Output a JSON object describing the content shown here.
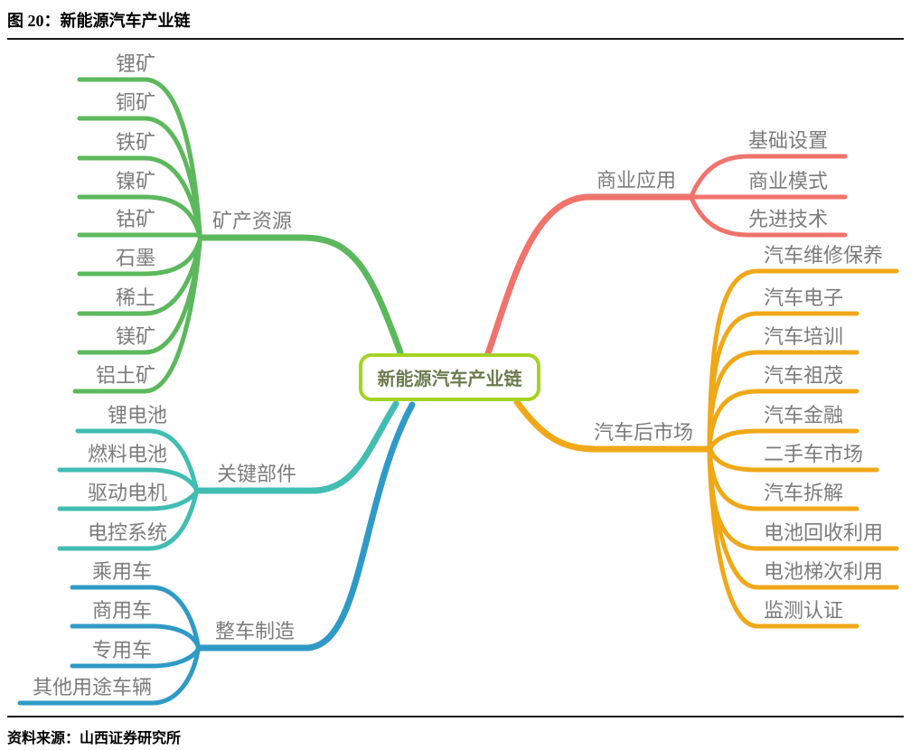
{
  "figure": {
    "title": "图 20：新能源汽车产业链",
    "source": "资料来源：山西证券研究所"
  },
  "mindmap": {
    "root": {
      "label": "新能源汽车产业链",
      "border_color": "#a4d321",
      "text_color": "#6d7b4f"
    },
    "label_color": "#7b7b7b",
    "branches": [
      {
        "label": "矿产资源",
        "color": "#5cb85c",
        "side": "left",
        "children": [
          "锂矿",
          "铜矿",
          "铁矿",
          "镍矿",
          "钴矿",
          "石墨",
          "稀土",
          "镁矿",
          "铝土矿"
        ]
      },
      {
        "label": "关键部件",
        "color": "#41bdb2",
        "side": "left",
        "children": [
          "锂电池",
          "燃料电池",
          "驱动电机",
          "电控系统"
        ]
      },
      {
        "label": "整车制造",
        "color": "#2f9ac6",
        "side": "left",
        "children": [
          "乘用车",
          "商用车",
          "专用车",
          "其他用途车辆"
        ]
      },
      {
        "label": "商业应用",
        "color": "#f0736c",
        "side": "right",
        "children": [
          "基础设置",
          "商业模式",
          "先进技术"
        ]
      },
      {
        "label": "汽车后市场",
        "color": "#f0a818",
        "side": "right",
        "children": [
          "汽车维修保养",
          "汽车电子",
          "汽车培训",
          "汽车祖茂",
          "汽车金融",
          "二手车市场",
          "汽车拆解",
          "电池回收利用",
          "电池梯次利用",
          "监测认证"
        ]
      }
    ]
  }
}
